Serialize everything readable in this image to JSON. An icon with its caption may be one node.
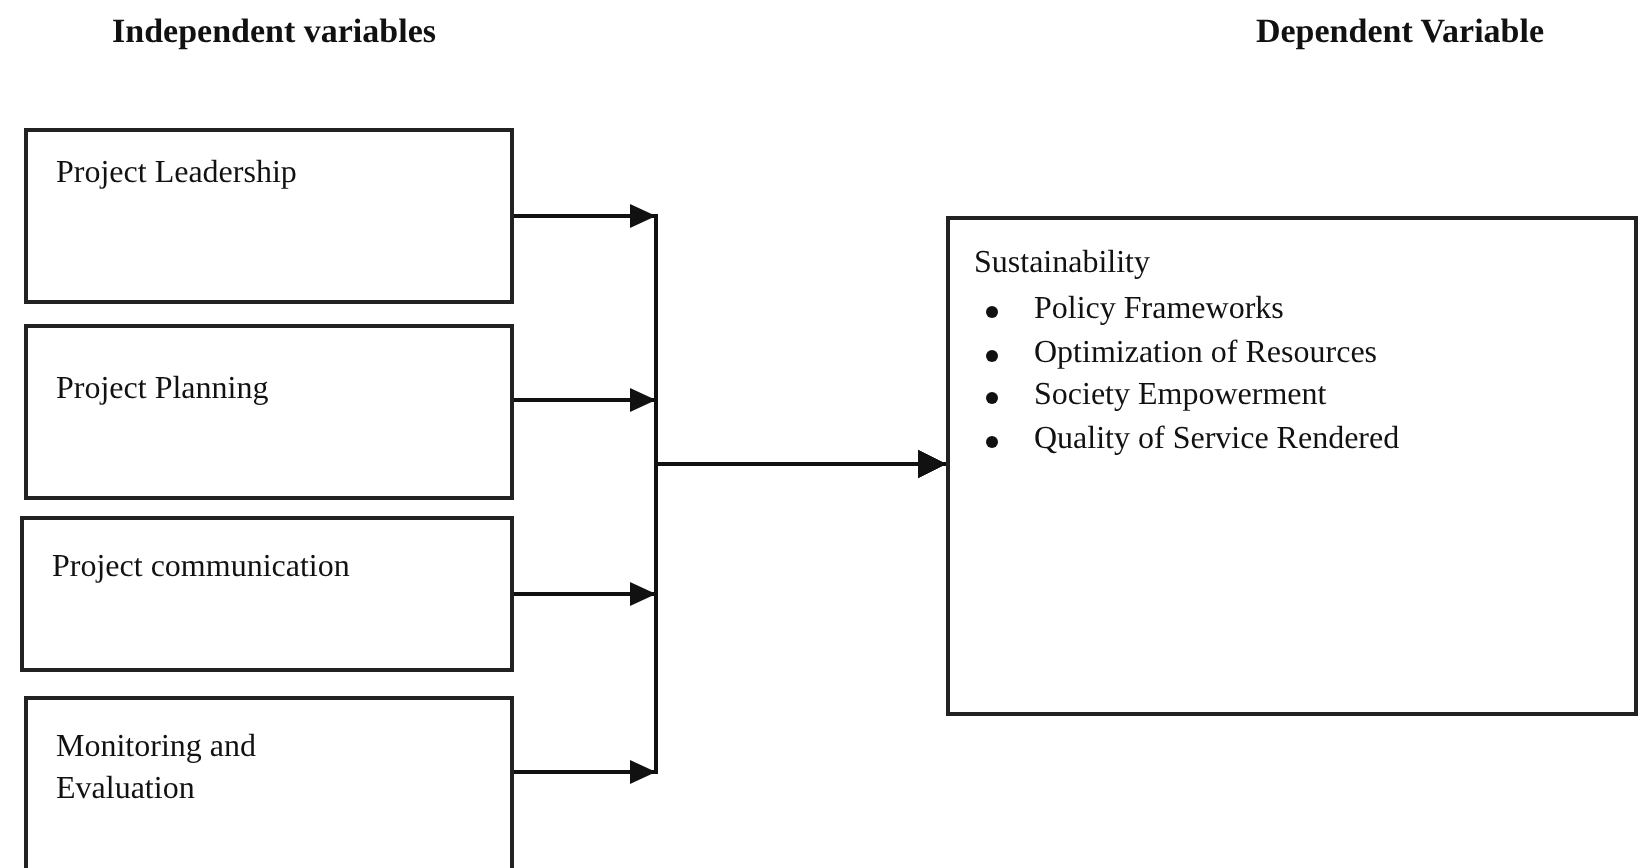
{
  "diagram": {
    "nodes": [
      {
        "text": [
          "Project Leadership"
        ]
      },
      {
        "text": [
          "Project Planning"
        ]
      },
      {
        "text": [
          "Project communication"
        ]
      },
      {
        "text": [
          "Monitoring and Evaluation"
        ]
      },
      {
        "text": [
          "Sustainability",
          "Policy Frameworks",
          "Optimization of Resources",
          "Society Empowerment",
          "Quality of Service Rendered"
        ]
      }
    ],
    "edges": [
      {
        "from": 0,
        "to": 4,
        "arrow": "to"
      },
      {
        "from": 1,
        "to": 4,
        "arrow": "to"
      },
      {
        "from": 2,
        "to": 4,
        "arrow": "to"
      },
      {
        "from": 3,
        "to": 4,
        "arrow": "to"
      }
    ],
    "labels": [
      "Independent variables",
      "Dependent Variable"
    ]
  }
}
